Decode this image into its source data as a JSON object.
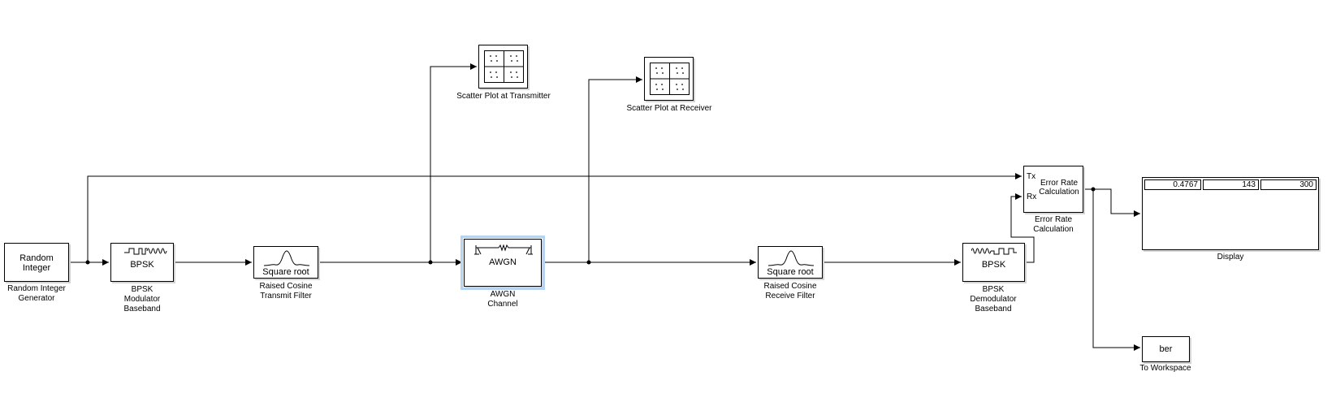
{
  "blocks": {
    "random_integer": {
      "inner": "Random\nInteger",
      "caption": "Random Integer\nGenerator"
    },
    "bpsk_mod": {
      "inner": "BPSK",
      "caption": "BPSK\nModulator\nBaseband"
    },
    "rc_tx": {
      "inner": "Square root",
      "caption": "Raised Cosine\nTransmit Filter"
    },
    "scatter_tx": {
      "caption": "Scatter Plot at Transmitter"
    },
    "awgn": {
      "inner": "AWGN",
      "caption": "AWGN\nChannel"
    },
    "scatter_rx": {
      "caption": "Scatter Plot at Receiver"
    },
    "rc_rx": {
      "inner": "Square root",
      "caption": "Raised Cosine\nReceive Filter"
    },
    "bpsk_demod": {
      "inner": "BPSK",
      "caption": "BPSK\nDemodulator\nBaseband"
    },
    "error_rate": {
      "inner": "Error Rate\nCalculation",
      "port_tx": "Tx",
      "port_rx": "Rx",
      "caption": "Error Rate\nCalculation"
    },
    "display": {
      "values": [
        "0.4767",
        "143",
        "300"
      ],
      "caption": "Display"
    },
    "to_workspace": {
      "inner": "ber",
      "caption": "To Workspace"
    }
  },
  "colors": {
    "line": "#000000",
    "selection": "#b8d3ef",
    "shadow": "#d4d4d4"
  }
}
